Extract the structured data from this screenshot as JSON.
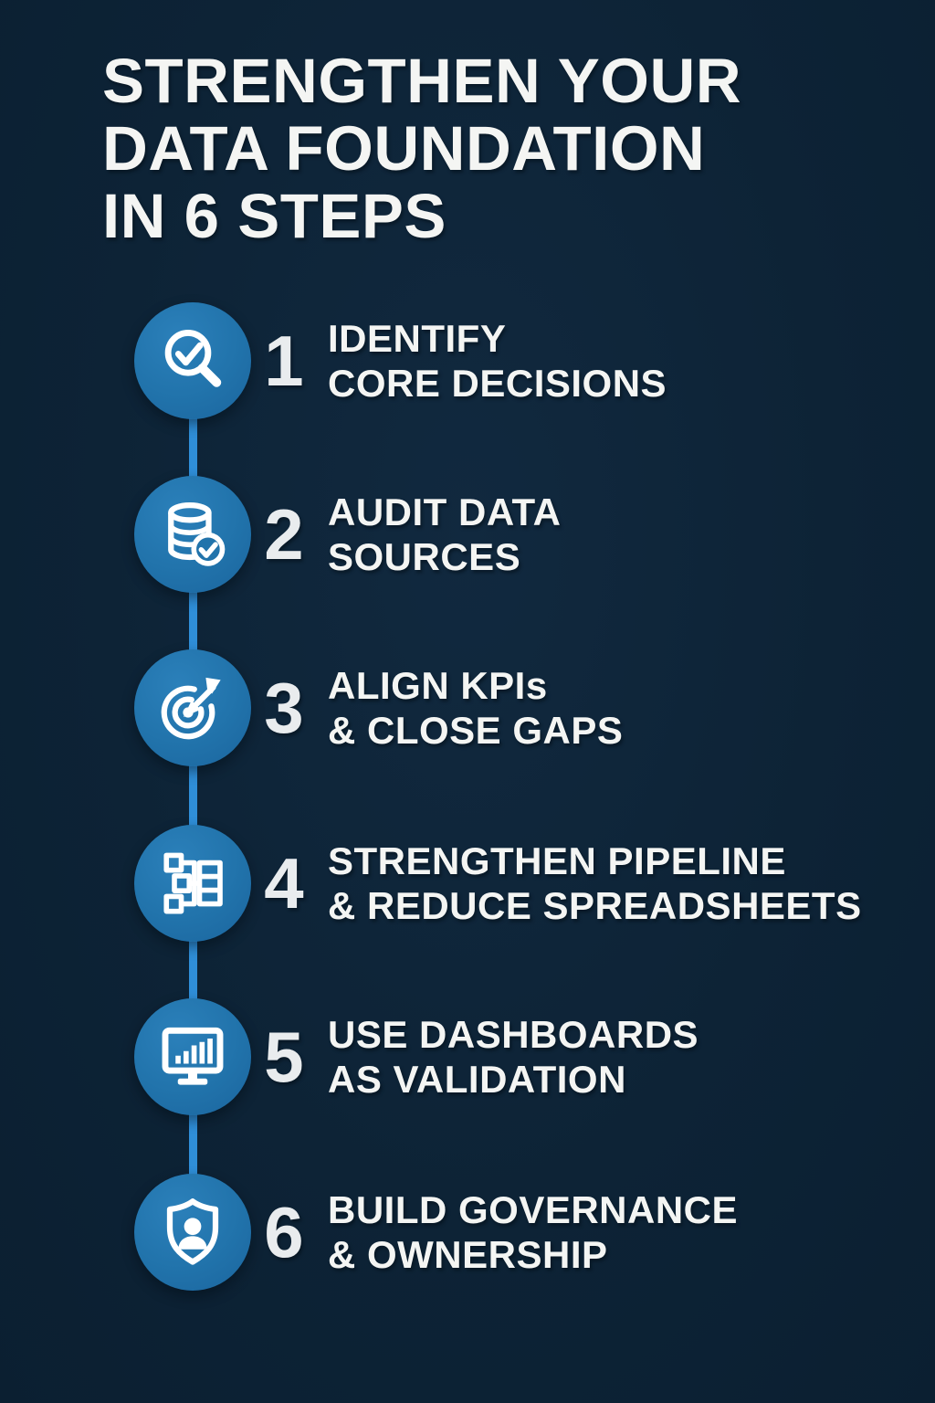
{
  "title": {
    "line1": "STRENGTHEN YOUR",
    "line2": "DATA FOUNDATION",
    "line3": "IN 6 STEPS"
  },
  "steps": [
    {
      "num": "1",
      "line1": "IDENTIFY",
      "line2": "CORE DECISIONS",
      "icon": "magnifier-check-icon"
    },
    {
      "num": "2",
      "line1": "AUDIT DATA",
      "line2": "SOURCES",
      "icon": "database-check-icon"
    },
    {
      "num": "3",
      "line1": "ALIGN KPIs",
      "line2": "& CLOSE GAPS",
      "icon": "target-arrow-icon"
    },
    {
      "num": "4",
      "line1": "STRENGTHEN PIPELINE",
      "line2": "& REDUCE SPREADSHEETS",
      "icon": "flowchart-icon"
    },
    {
      "num": "5",
      "line1": "USE DASHBOARDS",
      "line2": "AS VALIDATION",
      "icon": "dashboard-monitor-icon"
    },
    {
      "num": "6",
      "line1": "BUILD GOVERNANCE",
      "line2": "& OWNERSHIP",
      "icon": "shield-user-icon"
    }
  ],
  "colors": {
    "background": "#0d2336",
    "step_circle": "#2173ab",
    "connector_line": "#2f8ed8",
    "text": "#f4f5f3"
  }
}
